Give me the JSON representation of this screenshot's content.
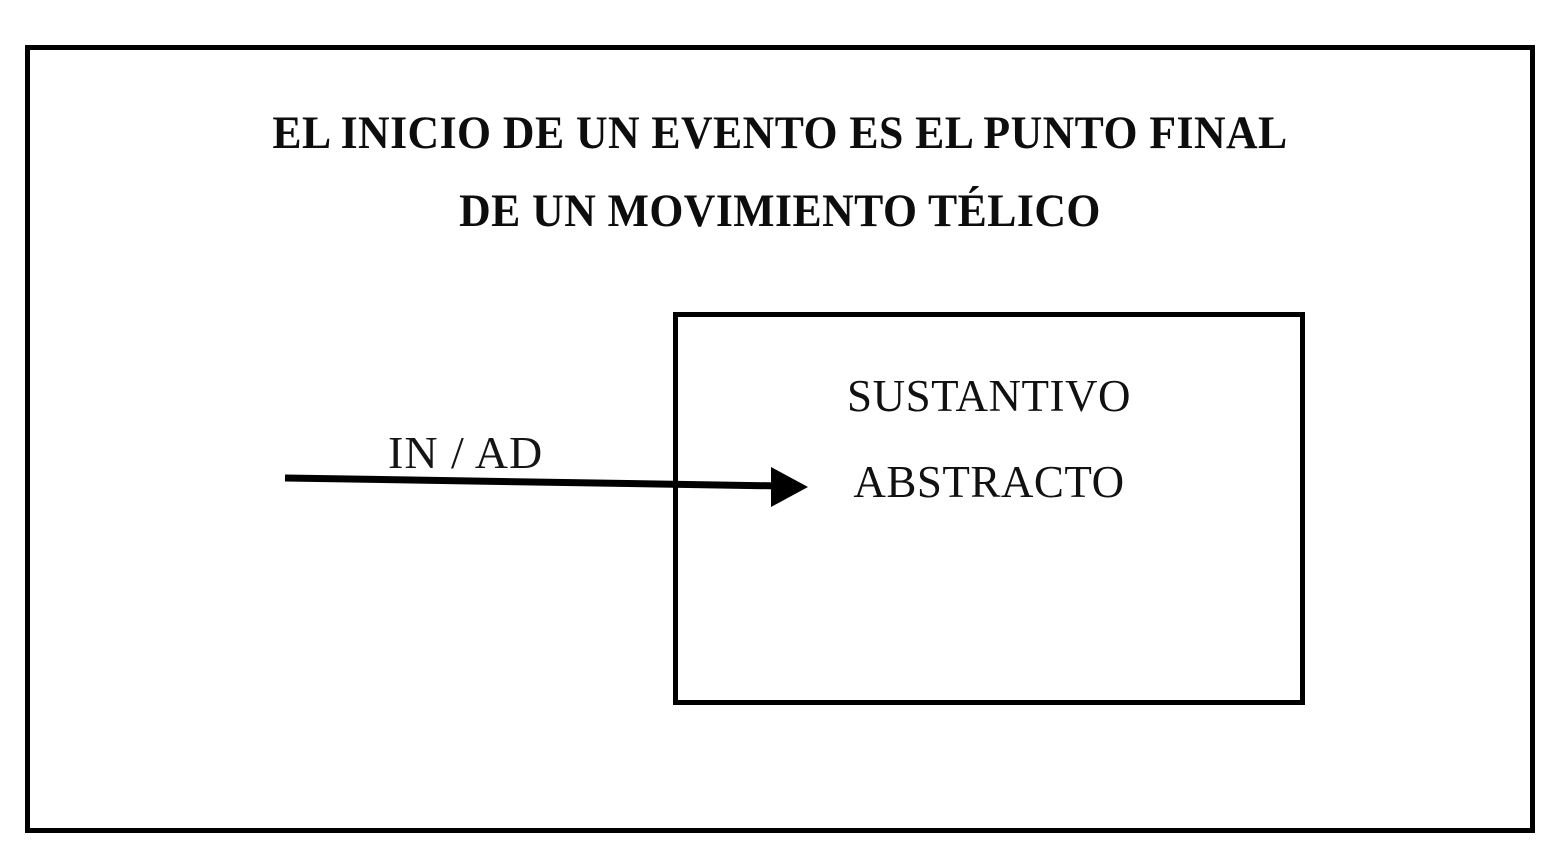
{
  "slide": {
    "background_color": "#ffffff",
    "border_color": "#000000",
    "title": {
      "line1": "EL INICIO DE UN EVENTO ES EL PUNTO FINAL",
      "line2": "DE UN MOVIMIENTO TÉLICO"
    },
    "concept_box": {
      "line1": "SUSTANTIVO",
      "line2": "ABSTRACTO"
    },
    "arrow": {
      "label": "IN / AD",
      "direction": "right",
      "color": "#000000"
    }
  }
}
